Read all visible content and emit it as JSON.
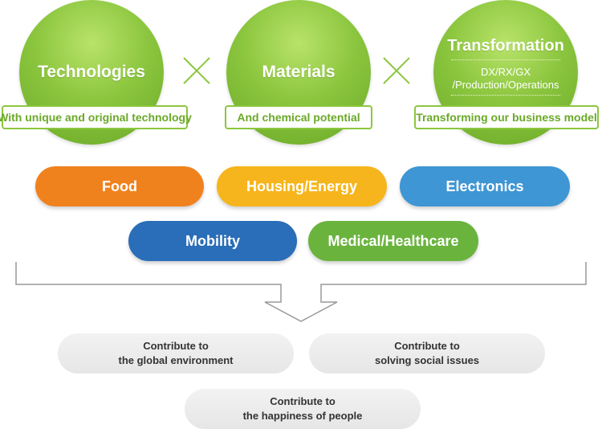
{
  "circles": [
    {
      "title": "Technologies",
      "band": "With unique and original technology"
    },
    {
      "title": "Materials",
      "band": "And chemical potential"
    },
    {
      "title": "Transformation",
      "sub1": "DX/RX/GX",
      "sub2": "/Production/Operations",
      "band": "Transforming our business model"
    }
  ],
  "fields": [
    {
      "label": "Food",
      "color": "#f0821e"
    },
    {
      "label": "Housing/Energy",
      "color": "#f6b51c"
    },
    {
      "label": "Electronics",
      "color": "#3e96d4"
    },
    {
      "label": "Mobility",
      "color": "#2a6db8"
    },
    {
      "label": "Medical/Healthcare",
      "color": "#6ab43e"
    }
  ],
  "contributions": [
    {
      "line1": "Contribute to",
      "line2": "the global environment"
    },
    {
      "line1": "Contribute to",
      "line2": "solving social issues"
    },
    {
      "line1": "Contribute to",
      "line2": "the happiness of people"
    }
  ],
  "colors": {
    "green": "#8cc63f",
    "green_dark": "#6aa927",
    "oval": "#ececec",
    "bracket": "#999999"
  }
}
